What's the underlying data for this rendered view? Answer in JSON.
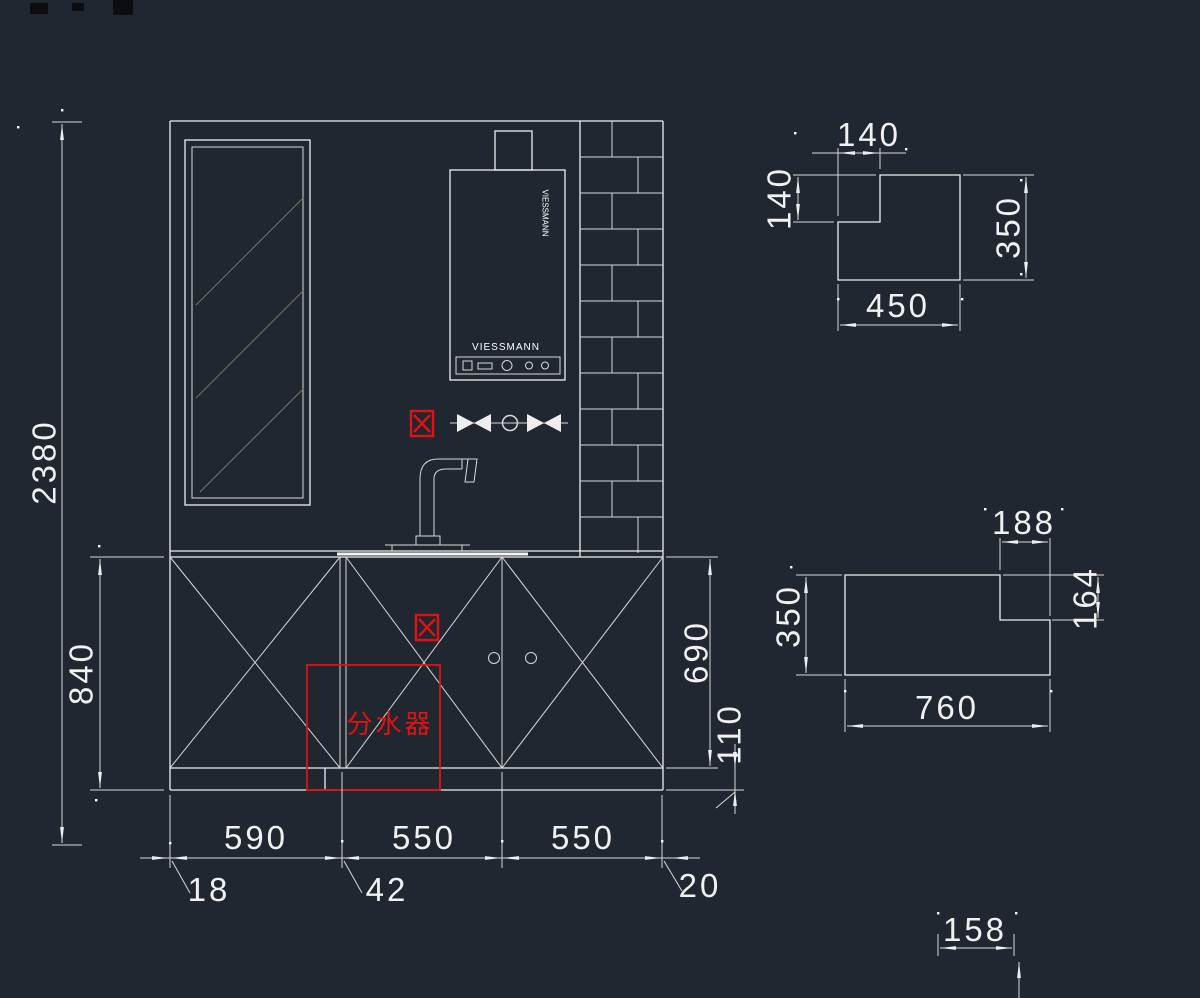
{
  "colors": {
    "background": "#212730",
    "line": "#eeeeee",
    "red": "#e01212",
    "hatch": "#74745e",
    "dot": "#ffffff"
  },
  "labels": {
    "manifold": "分水器"
  },
  "heater": {
    "brand": "VIESSMANN",
    "side_text": "VIESSMANN"
  },
  "dimensions": {
    "overall_height": "2380",
    "cabinet_height": "840",
    "widths": [
      "590",
      "550",
      "550"
    ],
    "offsets": [
      "18",
      "42",
      "20"
    ],
    "counter_height": "690",
    "toe_kick_height": "110",
    "detail_top": {
      "width_top": "140",
      "height_left": "140",
      "height_right": "350",
      "width_bottom": "450"
    },
    "detail_mid": {
      "width_top": "188",
      "height_right": "164",
      "height_left": "350",
      "width_bottom": "760"
    },
    "detail_bottom": {
      "width": "158"
    }
  }
}
